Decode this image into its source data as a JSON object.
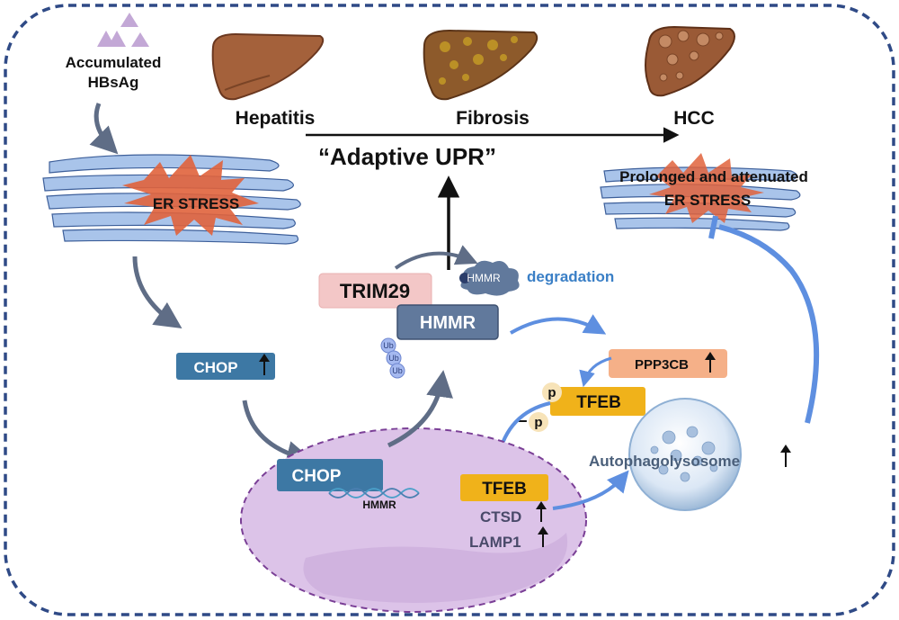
{
  "stages": [
    "Hepatitis",
    "Fibrosis",
    "HCC"
  ],
  "input_label": [
    "Accumulated",
    "HBsAg"
  ],
  "er_stress_label": "ER STRESS",
  "prolonged_label": [
    "Prolonged and attenuated",
    "ER STRESS"
  ],
  "adaptive_upr_label": "“Adaptive UPR”",
  "trim29_label": "TRIM29",
  "hmmr_label": "HMMR",
  "hmmr_small_label": "HMMR",
  "degradation_label": "degradation",
  "ub_labels": [
    "Ub",
    "Ub",
    "Ub"
  ],
  "chop_label": "CHOP",
  "chop_nucleus_label": "CHOP",
  "hmmr_dna_label": "HMMR",
  "ppp3cb_label": "PPP3CB",
  "tfeb_cyto_label": "TFEB",
  "tfeb_nucleus_label": "TFEB",
  "p_label": "p",
  "minus_p_label": "p",
  "ctsd_label": "CTSD",
  "lamp1_label": "LAMP1",
  "autophagolysosome_label": "Autophagolysosome",
  "colors": {
    "border": "#2f4a86",
    "er_blue": "#a9c4ea",
    "er_stroke": "#3d5f9a",
    "burst": "#e0633c",
    "trim29": "#f3c7c7",
    "hmmr": "#61799c",
    "chop": "#3d78a4",
    "tfeb": "#f0b21a",
    "ppp3cb": "#f5b088",
    "nucleus": "#dcc3e8",
    "nucleus_stroke": "#7a3f96",
    "arrow_blue": "#5e8fe0",
    "arrow_grey": "#5f6d86",
    "liver": "#a4613b"
  }
}
